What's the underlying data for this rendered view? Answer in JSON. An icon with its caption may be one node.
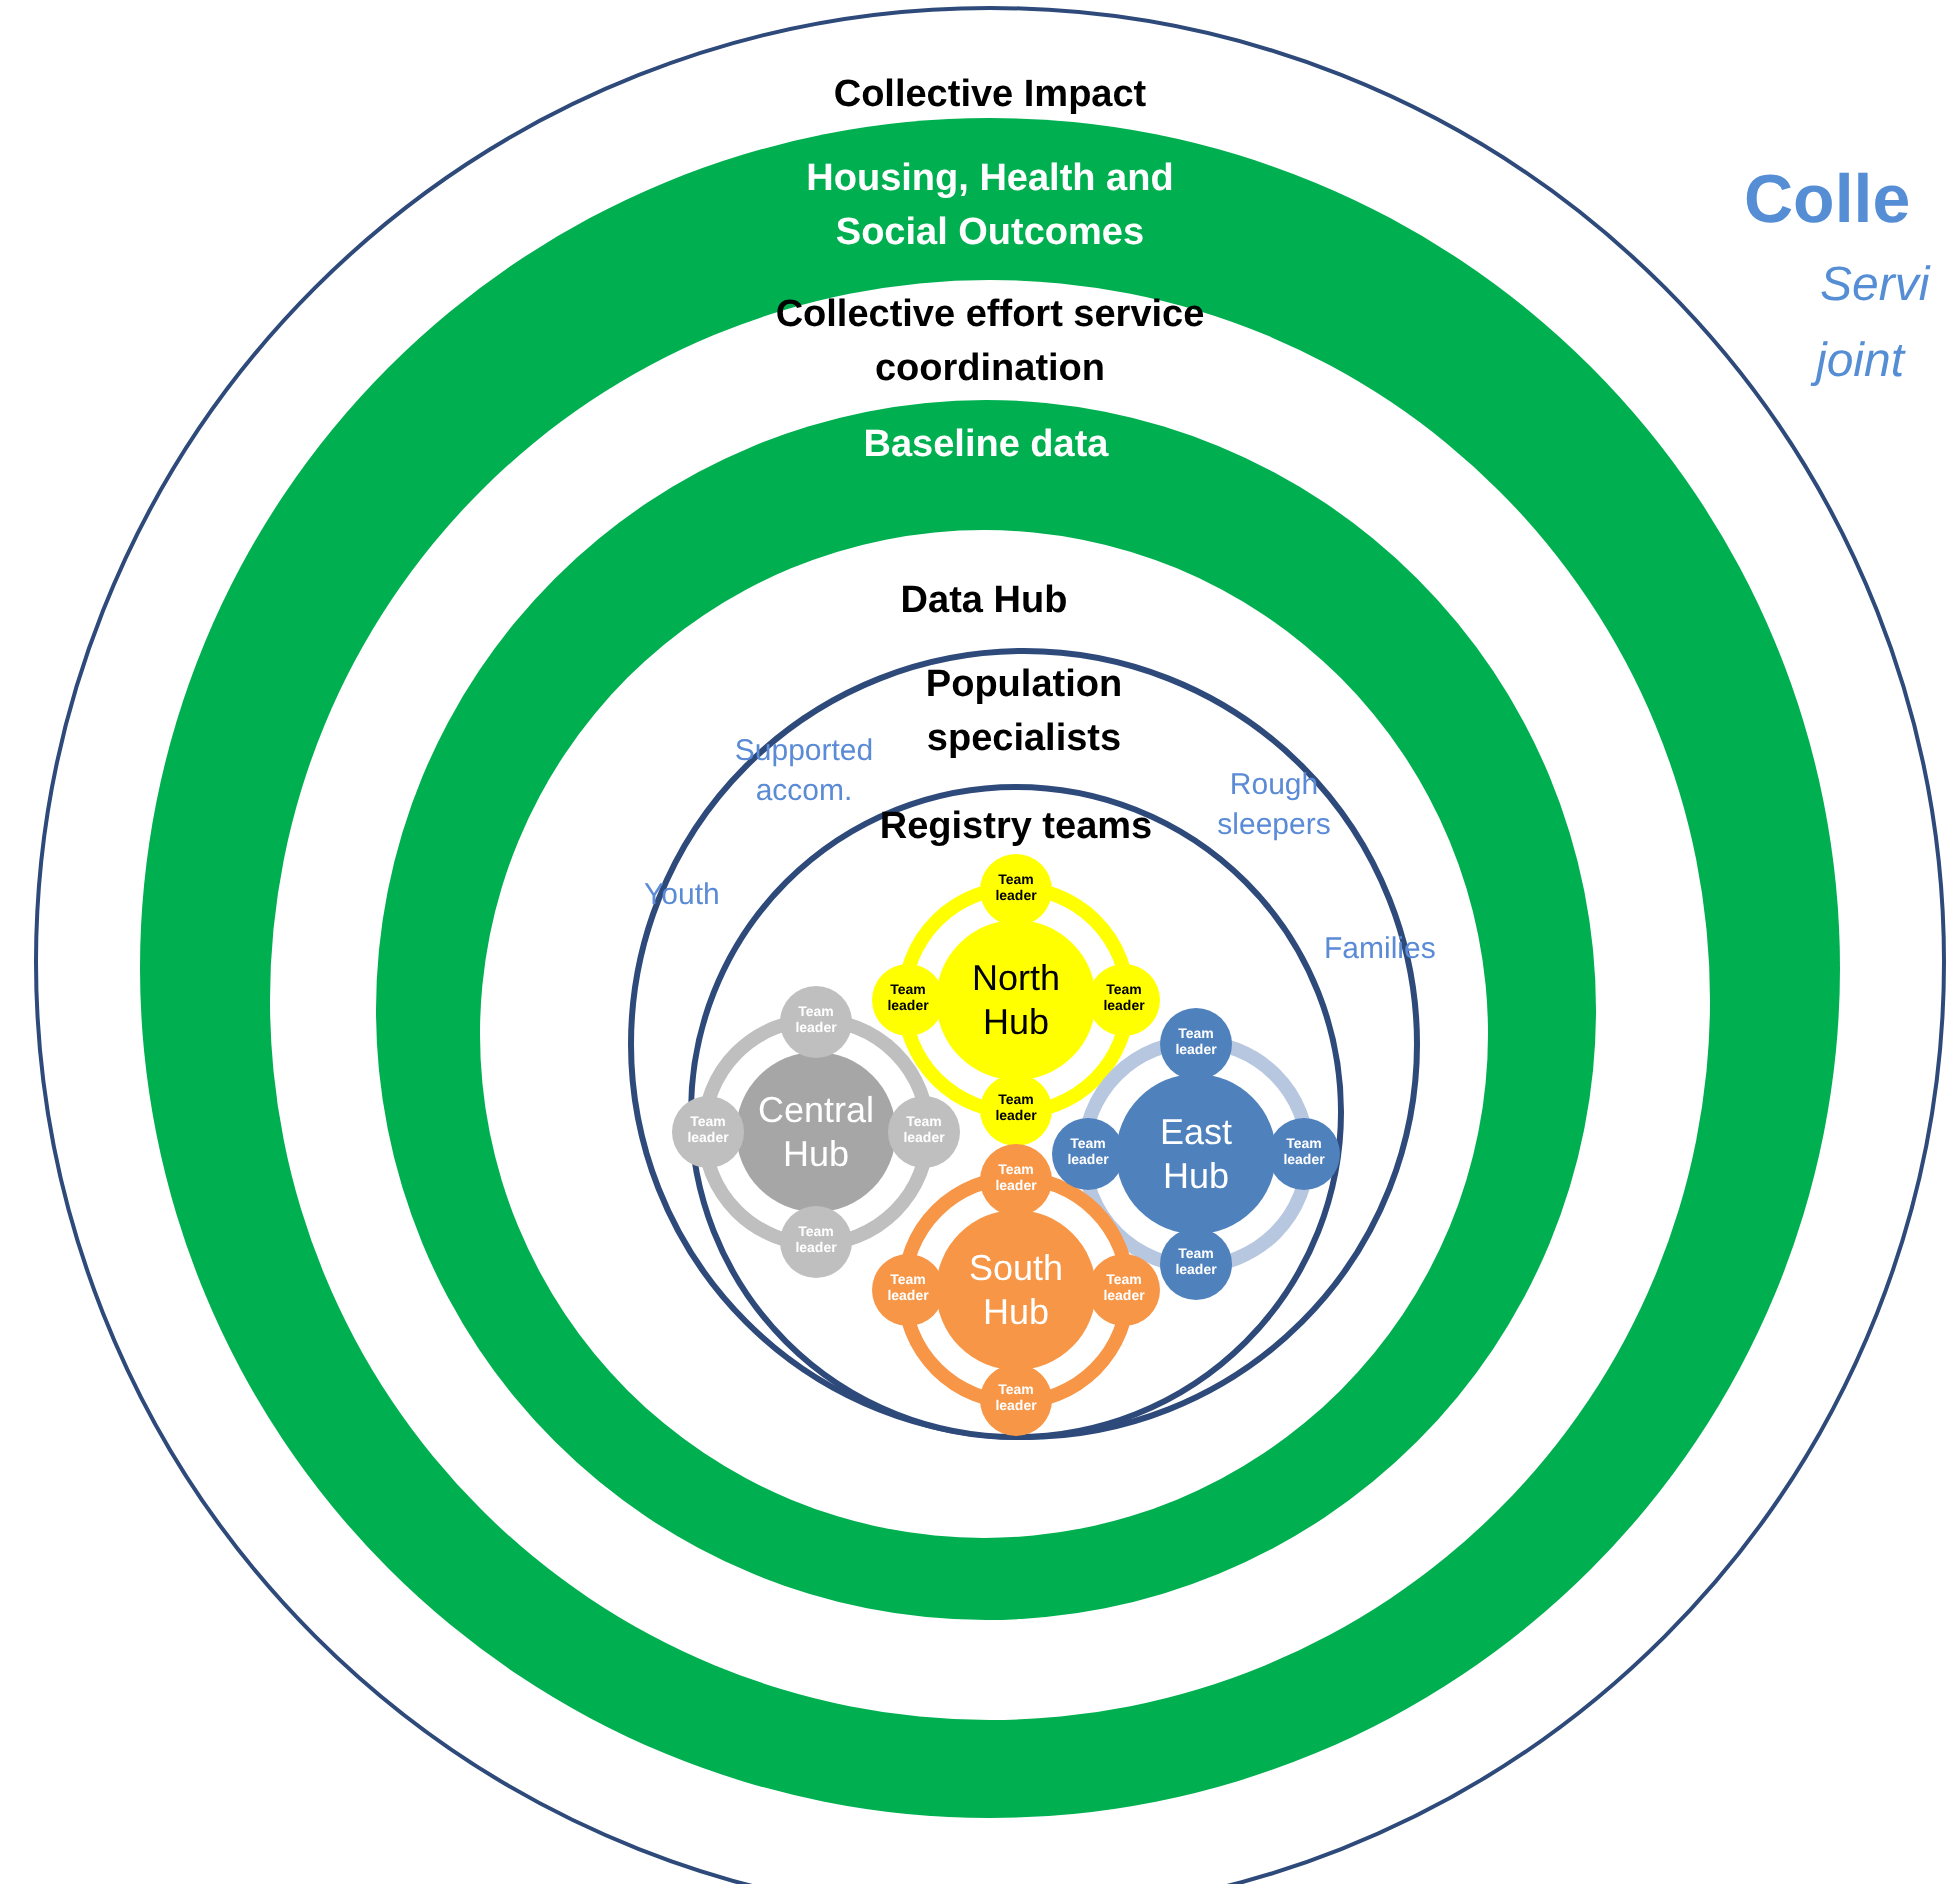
{
  "diagram": {
    "nodes": [
      {
        "text": [
          "Collective Impact"
        ]
      },
      {
        "text": [
          "Housing, Health and Social Outcomes"
        ],
        "in": 0
      },
      {
        "text": [
          "Collective effort service coordination"
        ],
        "in": 1
      },
      {
        "text": [
          "Baseline data"
        ],
        "in": 2
      },
      {
        "text": [
          "Data Hub"
        ],
        "in": 3
      },
      {
        "text": [
          "Population specialists"
        ],
        "in": 4
      },
      {
        "text": [
          "Registry teams"
        ],
        "in": 5
      },
      {
        "text": [
          "North Hub"
        ],
        "in": 6
      },
      {
        "text": [
          "Team leader"
        ],
        "in": 6
      },
      {
        "text": [
          "Team leader"
        ],
        "in": 6
      },
      {
        "text": [
          "Team leader"
        ],
        "in": 6
      },
      {
        "text": [
          "Team leader"
        ],
        "in": 6
      },
      {
        "text": [
          "Central Hub"
        ],
        "in": 6
      },
      {
        "text": [
          "Team leader"
        ],
        "in": 6
      },
      {
        "text": [
          "Team leader"
        ],
        "in": 6
      },
      {
        "text": [
          "Team leader"
        ],
        "in": 6
      },
      {
        "text": [
          "Team leader"
        ],
        "in": 6
      },
      {
        "text": [
          "East Hub"
        ],
        "in": 6
      },
      {
        "text": [
          "Team leader"
        ],
        "in": 6
      },
      {
        "text": [
          "Team leader"
        ],
        "in": 6
      },
      {
        "text": [
          "Team leader"
        ],
        "in": 6
      },
      {
        "text": [
          "Team leader"
        ],
        "in": 6
      },
      {
        "text": [
          "South Hub"
        ],
        "in": 6
      },
      {
        "text": [
          "Team leader"
        ],
        "in": 6
      },
      {
        "text": [
          "Team leader"
        ],
        "in": 6
      },
      {
        "text": [
          "Team leader"
        ],
        "in": 6
      },
      {
        "text": [
          "Team leader"
        ],
        "in": 6
      }
    ],
    "labels": [
      "Colle",
      "Servi",
      "joint",
      "Supported accom.",
      "Rough sleepers",
      "Youth",
      "Families"
    ]
  }
}
